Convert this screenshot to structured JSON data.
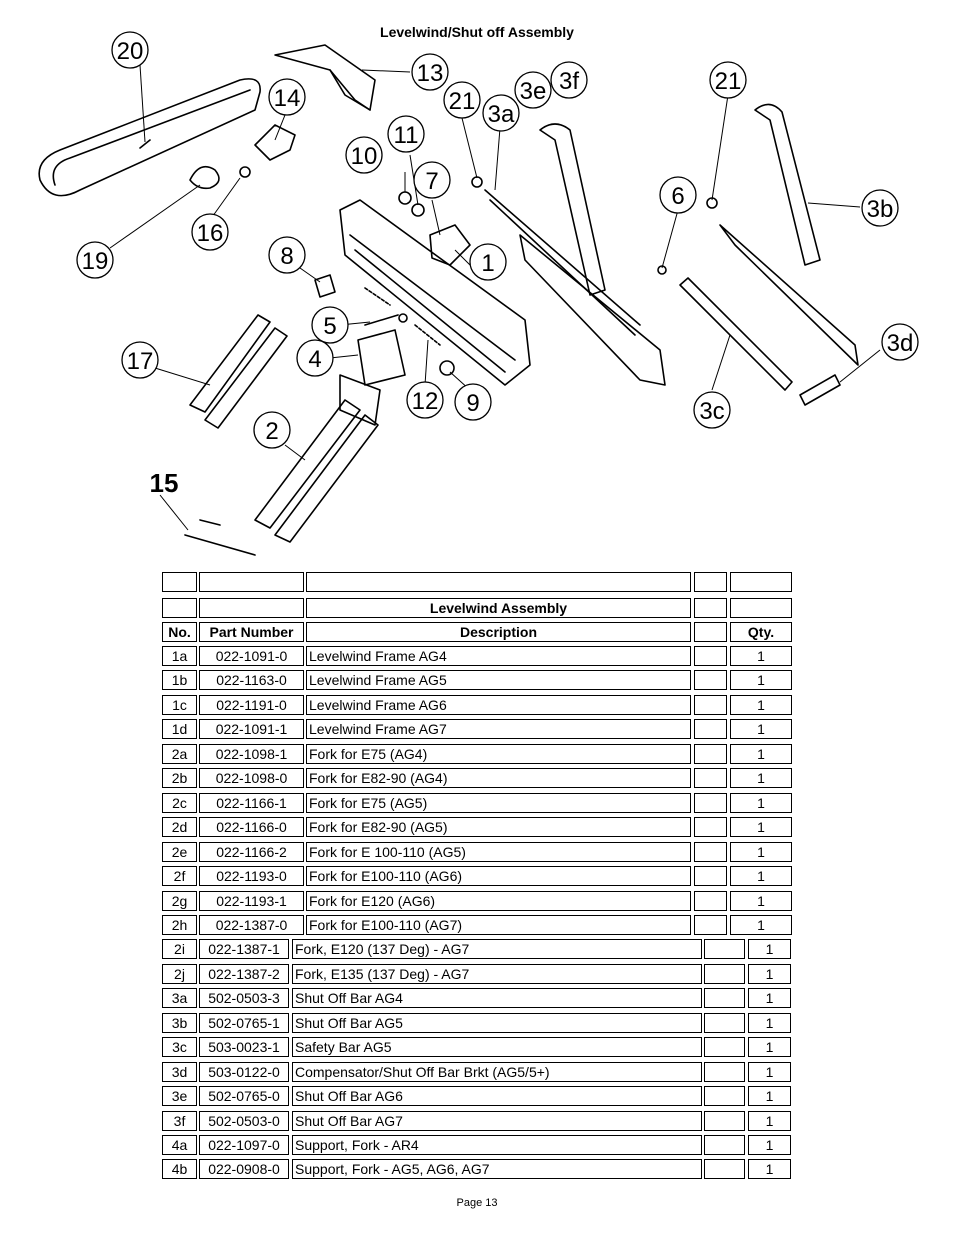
{
  "page_title": "Levelwind/Shut off Assembly",
  "diagram": {
    "callouts": [
      "20",
      "13",
      "14",
      "21",
      "3e",
      "3f",
      "3a",
      "21",
      "11",
      "10",
      "7",
      "6",
      "3b",
      "16",
      "19",
      "8",
      "1",
      "5",
      "4",
      "17",
      "12",
      "9",
      "3d",
      "3c",
      "2",
      "15"
    ]
  },
  "table": {
    "section_title": "Levelwind Assembly",
    "headers": {
      "no": "No.",
      "part_number": "Part Number",
      "description": "Description",
      "qty": "Qty."
    },
    "rows": [
      {
        "no": "1a",
        "part": "022-1091-0",
        "desc": "Levelwind Frame AG4",
        "qty": "1"
      },
      {
        "no": "1b",
        "part": "022-1163-0",
        "desc": "Levelwind Frame AG5",
        "qty": "1"
      },
      {
        "no": "1c",
        "part": "022-1191-0",
        "desc": "Levelwind Frame AG6",
        "qty": "1"
      },
      {
        "no": "1d",
        "part": "022-1091-1",
        "desc": "Levelwind Frame AG7",
        "qty": "1"
      },
      {
        "no": "2a",
        "part": "022-1098-1",
        "desc": "Fork for E75 (AG4)",
        "qty": "1"
      },
      {
        "no": "2b",
        "part": "022-1098-0",
        "desc": "Fork for E82-90 (AG4)",
        "qty": "1"
      },
      {
        "no": "2c",
        "part": "022-1166-1",
        "desc": "Fork for E75 (AG5)",
        "qty": "1"
      },
      {
        "no": "2d",
        "part": "022-1166-0",
        "desc": "Fork for E82-90 (AG5)",
        "qty": "1"
      },
      {
        "no": "2e",
        "part": "022-1166-2",
        "desc": "Fork for E 100-110  (AG5)",
        "qty": "1"
      },
      {
        "no": "2f",
        "part": "022-1193-0",
        "desc": "Fork for E100-110 (AG6)",
        "qty": "1"
      },
      {
        "no": "2g",
        "part": "022-1193-1",
        "desc": "Fork for E120 (AG6)",
        "qty": "1"
      },
      {
        "no": "2h",
        "part": "022-1387-0",
        "desc": "Fork for E100-110  (AG7)",
        "qty": "1"
      },
      {
        "no": "2i",
        "part": "022-1387-1",
        "desc": "Fork, E120 (137 Deg) - AG7",
        "qty": "1"
      },
      {
        "no": "2j",
        "part": "022-1387-2",
        "desc": "Fork, E135 (137 Deg) - AG7",
        "qty": "1"
      },
      {
        "no": "3a",
        "part": "502-0503-3",
        "desc": "Shut Off Bar AG4",
        "qty": "1"
      },
      {
        "no": "3b",
        "part": "502-0765-1",
        "desc": "Shut Off Bar AG5",
        "qty": "1"
      },
      {
        "no": "3c",
        "part": "503-0023-1",
        "desc": "Safety Bar AG5",
        "qty": "1"
      },
      {
        "no": "3d",
        "part": "503-0122-0",
        "desc": "Compensator/Shut Off Bar Brkt (AG5/5+)",
        "qty": "1"
      },
      {
        "no": "3e",
        "part": "502-0765-0",
        "desc": "Shut Off Bar AG6",
        "qty": "1"
      },
      {
        "no": "3f",
        "part": "502-0503-0",
        "desc": "Shut Off Bar AG7",
        "qty": "1"
      },
      {
        "no": "4a",
        "part": "022-1097-0",
        "desc": "Support, Fork - AR4",
        "qty": "1"
      },
      {
        "no": "4b",
        "part": "022-0908-0",
        "desc": "Support, Fork - AG5, AG6, AG7",
        "qty": "1"
      }
    ]
  },
  "footer": {
    "page": "Page 13"
  }
}
